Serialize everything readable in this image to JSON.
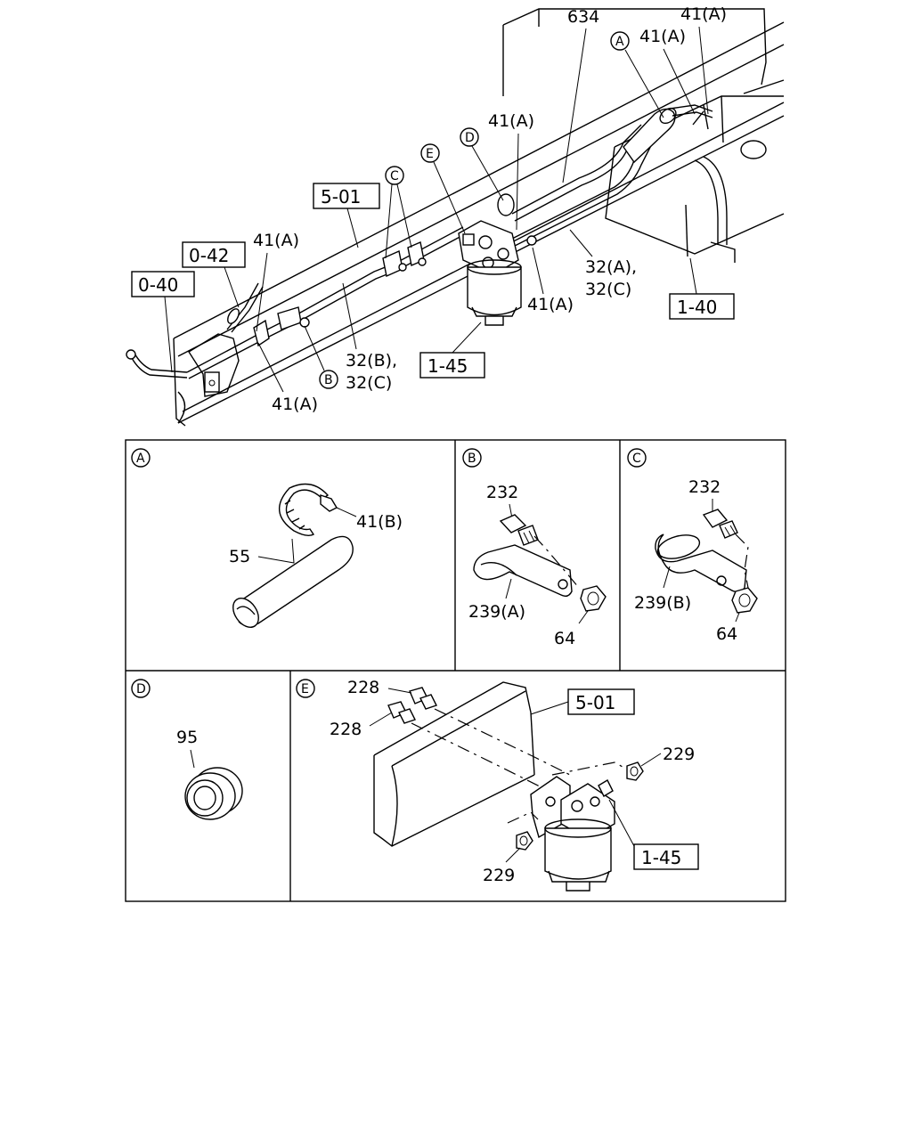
{
  "main": {
    "labels": {
      "l634": "634",
      "l41a_top": "41(A)",
      "l41a_top2": "41(A)",
      "l41a_mid": "41(A)",
      "l41a_left": "41(A)",
      "l41a_filter": "41(A)",
      "l41a_bottom": "41(A)",
      "l32a": "32(A),",
      "l32c_right": "32(C)",
      "l32b": "32(B),",
      "l32c_left": "32(C)"
    },
    "boxes": {
      "b501": "5-01",
      "b042": "0-42",
      "b040": "0-40",
      "b140": "1-40",
      "b145": "1-45"
    },
    "callouts": {
      "cA": "A",
      "cB": "B",
      "cC": "C",
      "cD": "D",
      "cE": "E"
    }
  },
  "panels": {
    "A": {
      "letter": "A",
      "l41b": "41(B)",
      "l55": "55"
    },
    "B": {
      "letter": "B",
      "l232": "232",
      "l239a": "239(A)",
      "l64": "64"
    },
    "C": {
      "letter": "C",
      "l232": "232",
      "l239b": "239(B)",
      "l64": "64"
    },
    "D": {
      "letter": "D",
      "l95": "95"
    },
    "E": {
      "letter": "E",
      "l228a": "228",
      "l228b": "228",
      "b501": "5-01",
      "l229a": "229",
      "l229b": "229",
      "b145": "1-45"
    }
  }
}
